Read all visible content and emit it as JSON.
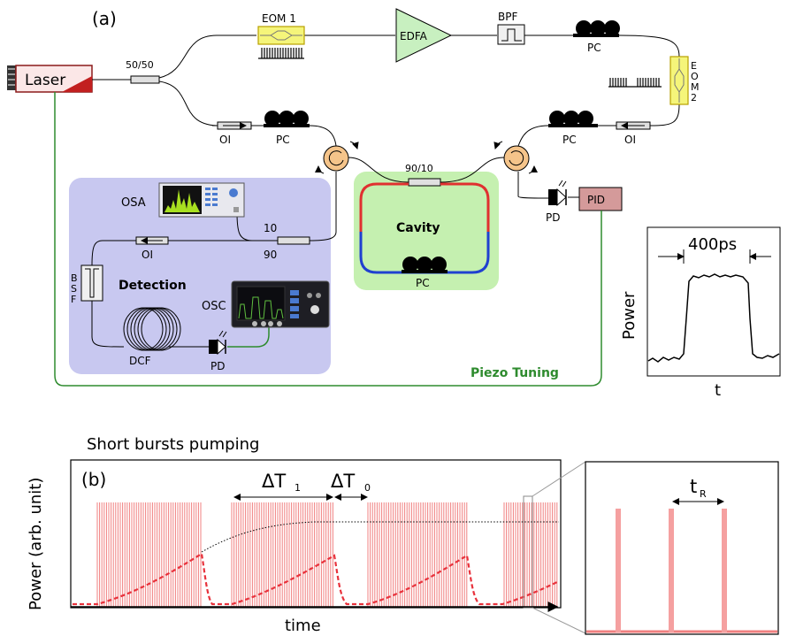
{
  "panel_a": {
    "label": "(a)",
    "laser": "Laser",
    "coupler_input": "50/50",
    "eom1": "EOM 1",
    "edfa": "EDFA",
    "bpf": "BPF",
    "pc_top": "PC",
    "eom2_letters": [
      "E",
      "O",
      "M",
      "2"
    ],
    "oi_left": "OI",
    "pc_left": "PC",
    "pc_right": "PC",
    "oi_right": "OI",
    "coupler_cavity": "90/10",
    "cavity": "Cavity",
    "pc_cavity": "PC",
    "pd_right": "PD",
    "pid": "PID",
    "osa": "OSA",
    "tap_10": "10",
    "tap_90": "90",
    "oi_det": "OI",
    "bsf_letters": [
      "B",
      "S",
      "F"
    ],
    "detection": "Detection",
    "osc": "OSC",
    "dcf": "DCF",
    "pd_det": "PD",
    "piezo": "Piezo Tuning"
  },
  "inset_pulse": {
    "width_label": "400ps",
    "ylabel": "Power",
    "xlabel": "t"
  },
  "panel_b": {
    "title": "Short bursts pumping",
    "label": "(b)",
    "ylabel": "Power (arb. unit)",
    "xlabel": "time",
    "dt1_main": "ΔT",
    "dt1_sub": "1",
    "dt0_main": "ΔT",
    "dt0_sub": "0",
    "tr_main": "t",
    "tr_sub": "R"
  },
  "colors": {
    "pulse_red": "#f08080",
    "dashed_red": "#e8323c",
    "piezo_green": "#2e8b2e",
    "detection_box": "#c8c8f0",
    "cavity_box": "#c5f0b0",
    "pid_fill": "#d49a9a",
    "edfa_fill": "#c8f0c0",
    "eom_fill": "#f5f57a",
    "circulator_fill": "#f5c48a"
  }
}
